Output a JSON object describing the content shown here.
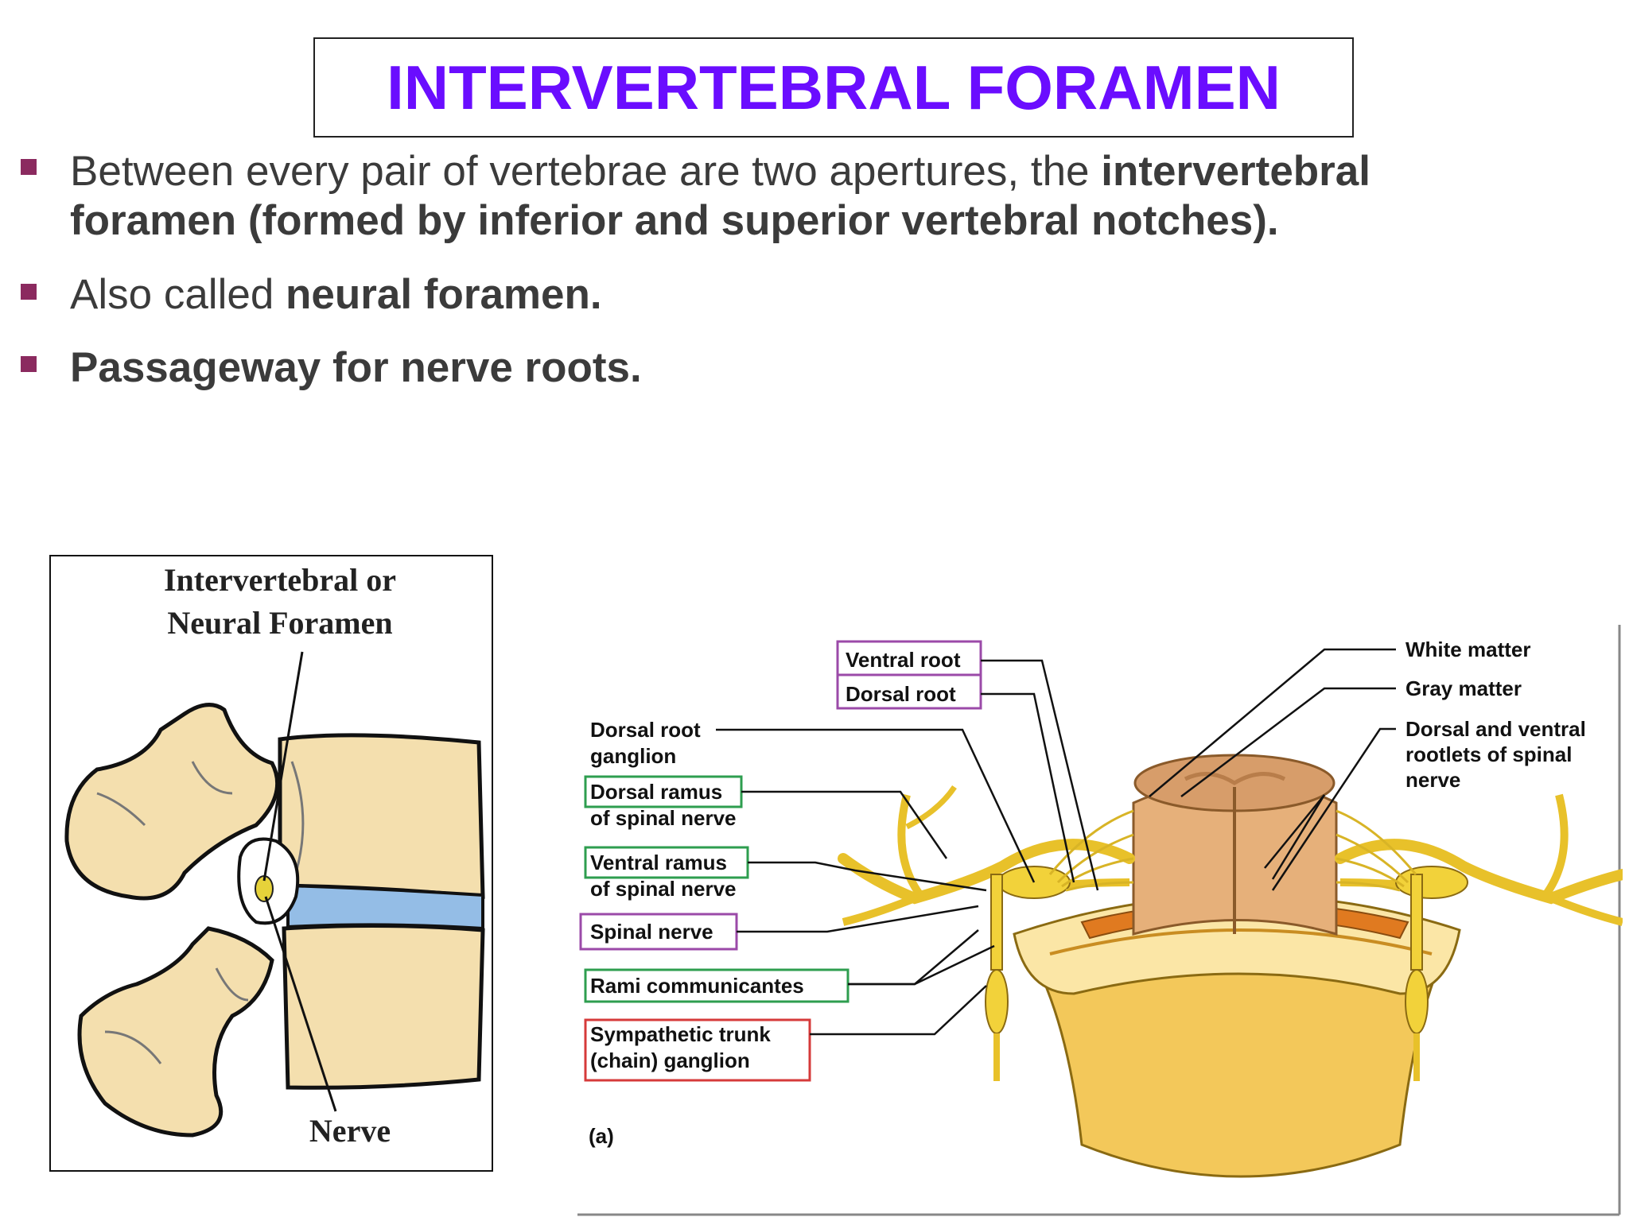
{
  "title": "INTERVERTEBRAL FORAMEN",
  "bullets": [
    {
      "normal": "Between every pair of vertebrae are two apertures, the ",
      "bold": "intervertebral",
      "line2": "foramen (formed by inferior and superior vertebral notches)."
    },
    {
      "normal": "Also called ",
      "bold": "neural foramen."
    },
    {
      "bold": "Passageway for nerve roots."
    }
  ],
  "left_figure": {
    "label_top_1": "Intervertebral or",
    "label_top_2": "Neural Foramen",
    "label_bottom": "Nerve"
  },
  "right_figure": {
    "labels_left": [
      {
        "line1": "Dorsal root",
        "line2": "ganglion",
        "box": "none"
      },
      {
        "line1": "Dorsal ramus",
        "line2": "of spinal nerve",
        "box": "#2e9e4f"
      },
      {
        "line1": "Ventral ramus",
        "line2": "of spinal nerve",
        "box": "#2e9e4f"
      },
      {
        "line1": "Spinal nerve",
        "box": "#9b4aa8"
      },
      {
        "line1": "Rami communicantes",
        "box": "#2e9e4f"
      },
      {
        "line1": "Sympathetic trunk",
        "line2": "(chain) ganglion",
        "box": "#d63a3a"
      }
    ],
    "labels_top": [
      {
        "text": "Ventral root",
        "box": "#9b4aa8"
      },
      {
        "text": "Dorsal root",
        "box": "#9b4aa8"
      }
    ],
    "labels_right": [
      {
        "line1": "White matter"
      },
      {
        "line1": "Gray matter"
      },
      {
        "line1": "Dorsal and ventral",
        "line2": "rootlets of spinal",
        "line3": "nerve"
      }
    ],
    "panel_label": "(a)"
  }
}
